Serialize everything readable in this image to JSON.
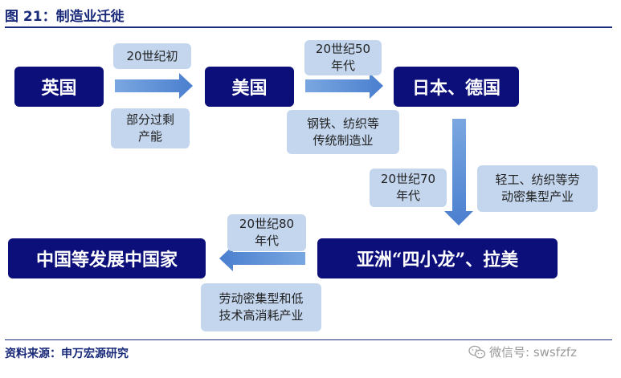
{
  "figure": {
    "title": "图 21：制造业迁徙"
  },
  "nodes": {
    "uk": "英国",
    "us": "美国",
    "jp_de": "日本、德国",
    "asia": "亚洲“四小龙”、拉美",
    "china": "中国等发展中国家"
  },
  "labels": {
    "era_1": "20世纪初",
    "reason_1": "部分过剩\n产能",
    "era_2": "20世纪50\n年代",
    "reason_2": "钢铁、纺织等\n传统制造业",
    "era_3": "20世纪70\n年代",
    "reason_3": "轻工、纺织等劳\n动密集型产业",
    "era_4": "20世纪80\n年代",
    "reason_4": "劳动密集型和低\n技术高消耗产业"
  },
  "footer": {
    "source": "资料来源：申万宏源研究",
    "watermark": "微信号: swsfzfz"
  },
  "colors": {
    "node_fill": "#0c0f7a",
    "label_fill": "#c3d6ee",
    "arrow": "#5a8fd6",
    "title": "#1a2a7a"
  }
}
